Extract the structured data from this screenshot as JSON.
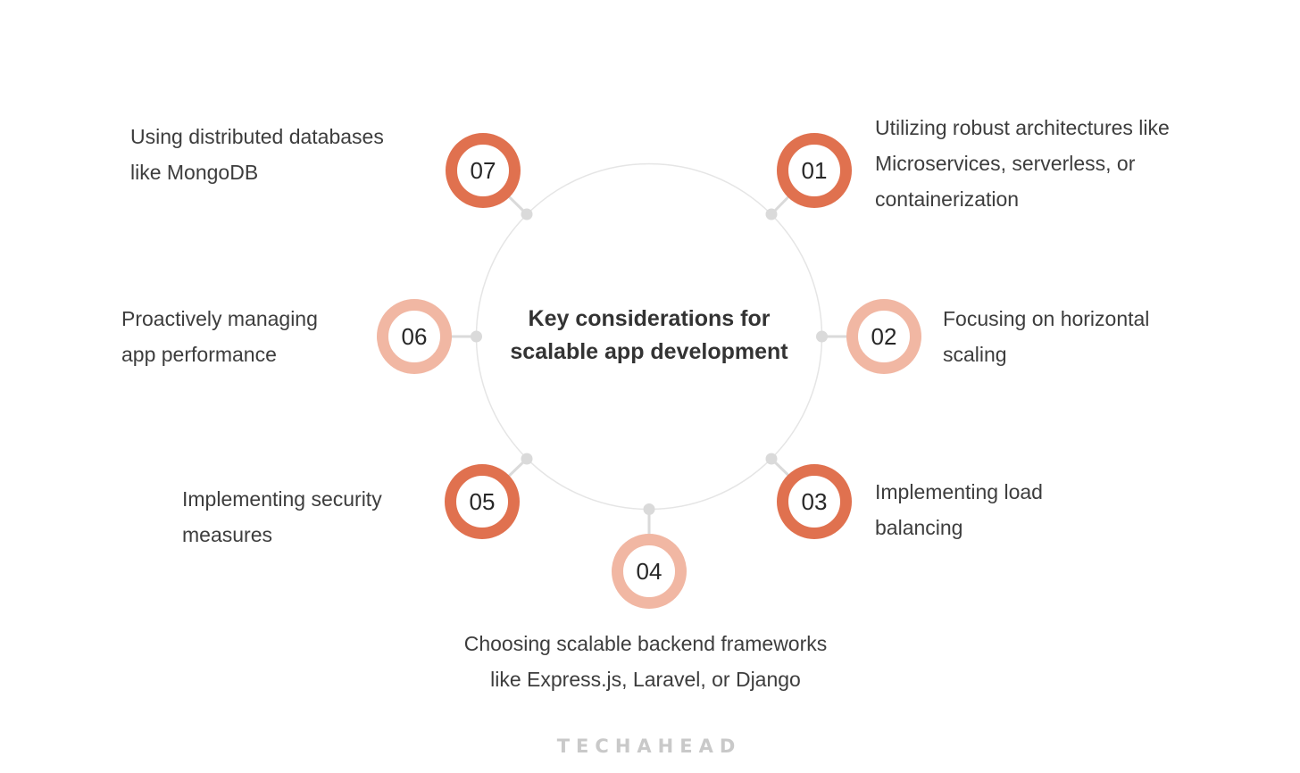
{
  "hub": {
    "title_lines": [
      "Key considerations for",
      "scalable app development"
    ]
  },
  "brand": "TECHAHEAD",
  "colors": {
    "dark_ring": "#E0714F",
    "light_ring": "#F1B7A3",
    "connector": "#DADADA",
    "circle_outline": "#E5E5E5",
    "label_text": "#3D3D3D",
    "title_text": "#333333",
    "logo_text": "#C9C9C9"
  },
  "items": [
    {
      "number": "01",
      "tone": "dark",
      "lines": [
        "Utilizing robust architectures like",
        "Microservices, serverless, or",
        "containerization"
      ]
    },
    {
      "number": "02",
      "tone": "light",
      "lines": [
        "Focusing on horizontal",
        "scaling"
      ]
    },
    {
      "number": "03",
      "tone": "dark",
      "lines": [
        "Implementing load",
        "balancing"
      ]
    },
    {
      "number": "04",
      "tone": "light",
      "lines": [
        "Choosing scalable backend frameworks",
        "like Express.js, Laravel, or Django"
      ]
    },
    {
      "number": "05",
      "tone": "dark",
      "lines": [
        "Implementing security",
        "measures"
      ]
    },
    {
      "number": "06",
      "tone": "light",
      "lines": [
        "Proactively managing",
        "app performance"
      ]
    },
    {
      "number": "07",
      "tone": "dark",
      "lines": [
        "Using distributed databases",
        "like MongoDB"
      ]
    }
  ]
}
